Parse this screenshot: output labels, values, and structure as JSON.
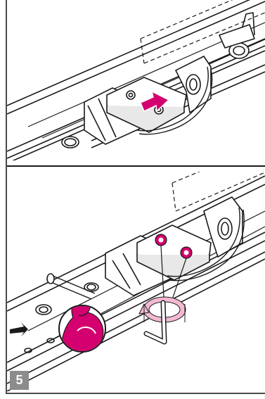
{
  "figure": {
    "step_number": "5",
    "accent_color": "#d4006f",
    "line_color": "#1a1a1a",
    "rule_color": "#4a4a4a",
    "badge_color": "#8c8c8c",
    "panels": [
      {
        "name": "top-panel",
        "shows": "bracket-slide-in-arrow"
      },
      {
        "name": "bottom-panel",
        "shows": "tighten-screws-with-hex-key"
      }
    ],
    "icons": [
      "arrow-icon",
      "strength-arm-icon",
      "rotation-arrow-icon",
      "hex-key-icon",
      "screw-icon"
    ]
  }
}
